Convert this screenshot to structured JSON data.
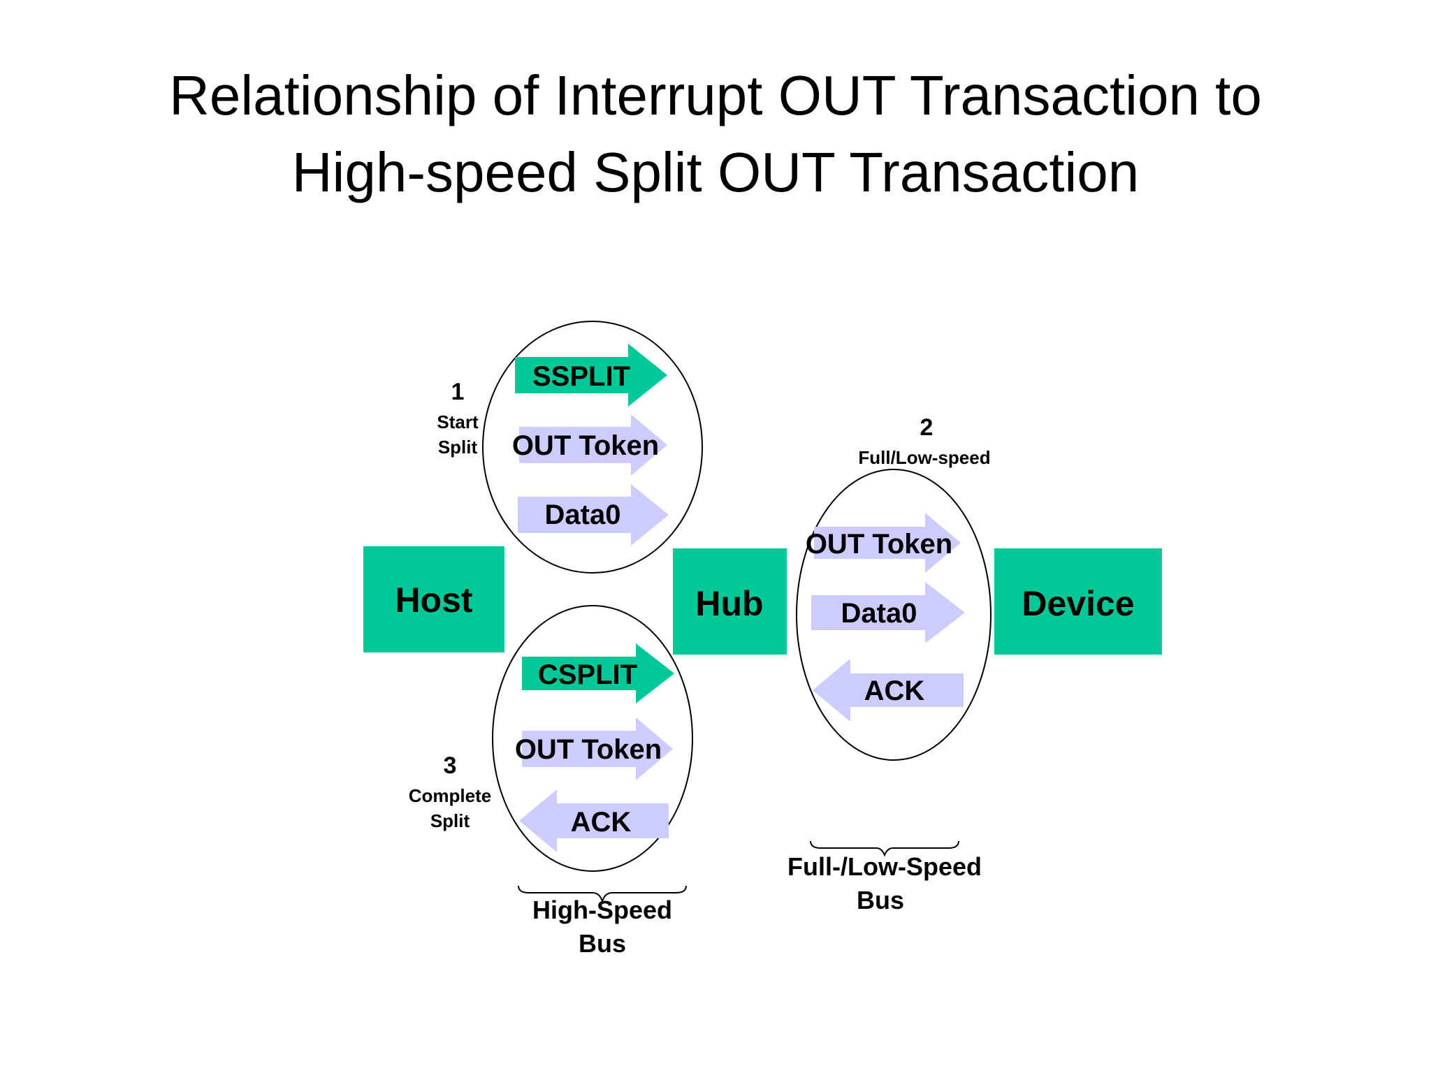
{
  "title": {
    "line1": "Relationship of Interrupt OUT Transaction to",
    "line2": "High-speed Split OUT Transaction"
  },
  "colors": {
    "box": "#00c896",
    "split_arrow": "#00c896",
    "packet_arrow": "#ccccff",
    "text": "#000000",
    "background": "#ffffff"
  },
  "boxes": {
    "host": "Host",
    "hub": "Hub",
    "device": "Device"
  },
  "start_split": {
    "number": "1",
    "caption_line1": "Start",
    "caption_line2": "Split",
    "packets": [
      "SSPLIT",
      "OUT Token",
      "Data0"
    ]
  },
  "complete_split": {
    "number": "3",
    "caption_line1": "Complete",
    "caption_line2": "Split",
    "packets": [
      "CSPLIT",
      "OUT Token",
      "ACK"
    ]
  },
  "full_low_speed": {
    "number": "2",
    "caption": "Full/Low-speed",
    "packets": [
      "OUT Token",
      "Data0",
      "ACK"
    ]
  },
  "buses": {
    "high_speed_line1": "High-Speed",
    "high_speed_line2": "Bus",
    "full_low_line1": "Full-/Low-Speed",
    "full_low_line2": "Bus"
  }
}
